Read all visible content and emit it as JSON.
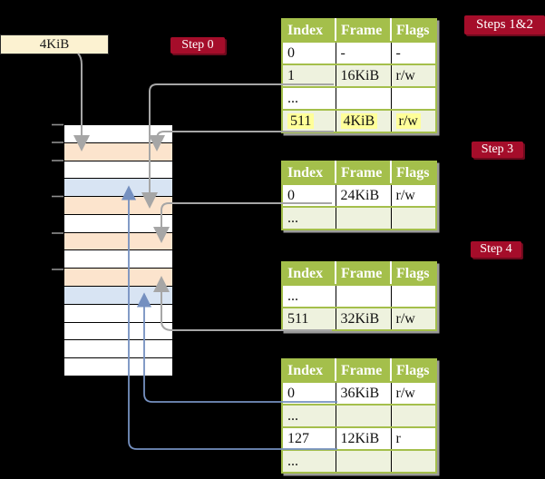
{
  "page": {
    "background": "#000000"
  },
  "frame_size_label": {
    "text": "4KiB"
  },
  "step_badges": {
    "step0": "Step 0",
    "steps12": "Steps 1&2",
    "step3": "Step 3",
    "step4": "Step 4"
  },
  "memory_stack": {
    "description": "physical memory frames; peach = page-table frames, blue = mapped data frames",
    "rows": [
      {
        "type": "free"
      },
      {
        "type": "table"
      },
      {
        "type": "free"
      },
      {
        "type": "page"
      },
      {
        "type": "table"
      },
      {
        "type": "free"
      },
      {
        "type": "table"
      },
      {
        "type": "free"
      },
      {
        "type": "table"
      },
      {
        "type": "page"
      },
      {
        "type": "free"
      },
      {
        "type": "free"
      },
      {
        "type": "free"
      },
      {
        "type": "free"
      }
    ]
  },
  "page_tables": [
    {
      "headers": [
        "Index",
        "Frame",
        "Flags"
      ],
      "rows": [
        {
          "index": "0",
          "frame": "-",
          "flags": "-"
        },
        {
          "index": "1",
          "frame": "16KiB",
          "flags": "r/w"
        },
        {
          "index": "...",
          "frame": "",
          "flags": ""
        },
        {
          "index": "511",
          "frame": "4KiB",
          "flags": "r/w"
        }
      ]
    },
    {
      "headers": [
        "Index",
        "Frame",
        "Flags"
      ],
      "rows": [
        {
          "index": "0",
          "frame": "24KiB",
          "flags": "r/w"
        },
        {
          "index": "...",
          "frame": "",
          "flags": ""
        }
      ]
    },
    {
      "headers": [
        "Index",
        "Frame",
        "Flags"
      ],
      "rows": [
        {
          "index": "...",
          "frame": "",
          "flags": ""
        },
        {
          "index": "511",
          "frame": "32KiB",
          "flags": "r/w"
        }
      ]
    },
    {
      "headers": [
        "Index",
        "Frame",
        "Flags"
      ],
      "rows": [
        {
          "index": "0",
          "frame": "36KiB",
          "flags": "r/w"
        },
        {
          "index": "...",
          "frame": "",
          "flags": ""
        },
        {
          "index": "127",
          "frame": "12KiB",
          "flags": "r"
        },
        {
          "index": "...",
          "frame": "",
          "flags": ""
        }
      ]
    }
  ],
  "colors": {
    "page-bg": "#000000",
    "label-cream": "#fcf2d1",
    "badge-red": "#a50d2a",
    "badge-shadow": "#6d0a1d",
    "table-green": "#a4bf4b",
    "row-shade": "#eef2de",
    "highlight-yellow": "#ffff99",
    "frame-peach": "#fce4cd",
    "frame-blue": "#d8e4f3",
    "connector-gray": "#a6a6a6",
    "connector-blue": "#7590c0",
    "tick-gray": "#8f8f8f",
    "shadow-gray": "#9a9a9a"
  }
}
